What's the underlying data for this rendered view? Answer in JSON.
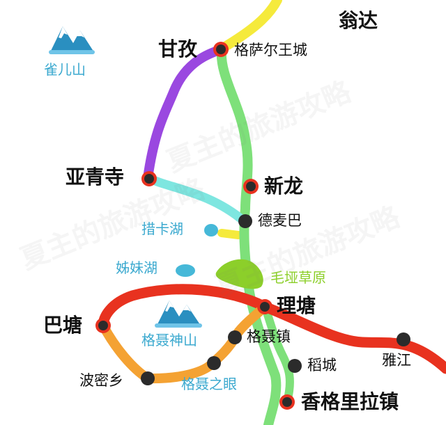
{
  "watermark": "夏主的旅游攻略",
  "colors": {
    "route_yellow": "#f5ea3c",
    "route_purple": "#9a48e0",
    "route_green": "#7ee07a",
    "route_cyan": "#7ee6e0",
    "route_red": "#e8321f",
    "route_orange": "#f4a233",
    "lake": "#46b8d8",
    "grassland": "#8ccf2a",
    "node_dot": "#2b2b2b",
    "node_ring": "#e8321f"
  },
  "places": {
    "wengda": "翁达",
    "ganzi": "甘孜",
    "gesaer": "格萨尔王城",
    "yaqing": "亚青寺",
    "xinlong": "新龙",
    "demaiba": "德麦巴",
    "litang": "理塘",
    "batang": "巴塘",
    "gienie_town": "格聂镇",
    "daocheng": "稻城",
    "yajiang": "雅江",
    "bomi": "波密乡",
    "shangri_la": "香格里拉镇"
  },
  "lakes": {
    "cuoka": "措卡湖",
    "zimei": "姊妹湖"
  },
  "mountains": {
    "queer": "雀儿山",
    "genie": "格聂神山"
  },
  "other": {
    "maoya": "毛垭草原",
    "genie_eye": "格聂之眼"
  }
}
